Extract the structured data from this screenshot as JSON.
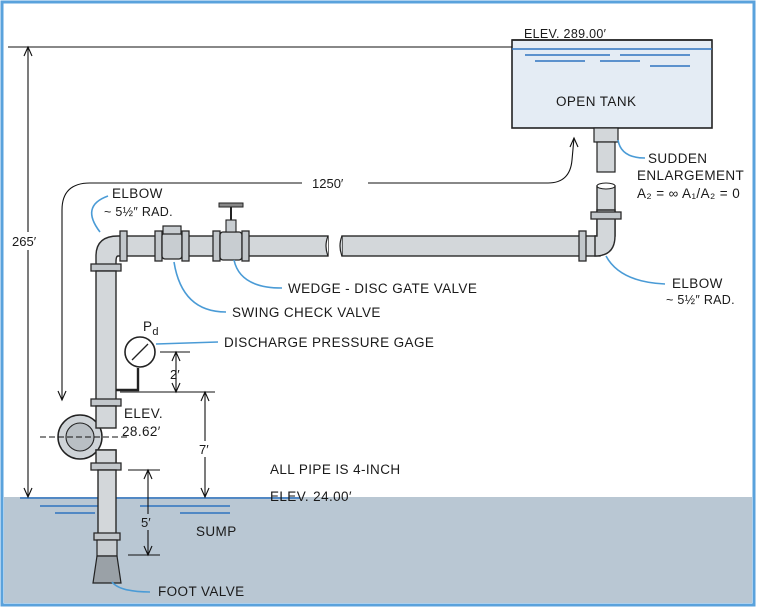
{
  "labels": {
    "tank_elevation": "ELEV. 289.00′",
    "open_tank": "OPEN TANK",
    "sudden_enlargement_1": "SUDDEN",
    "sudden_enlargement_2": "ENLARGEMENT",
    "area_ratio": "A₂ = ∞  A₁/A₂ = 0",
    "elbow_left_1": "ELBOW",
    "elbow_left_2": "~ 5½″ RAD.",
    "elbow_right_1": "ELBOW",
    "elbow_right_2": "~ 5½″ RAD.",
    "length_1250": "1250′",
    "height_265": "265′",
    "gate_valve": "WEDGE - DISC GATE VALVE",
    "check_valve": "SWING CHECK VALVE",
    "pressure_symbol": "P",
    "pressure_subscript": "d",
    "discharge_gage": "DISCHARGE PRESSURE GAGE",
    "dim_2": "2′",
    "dim_7": "7′",
    "dim_5": "5′",
    "pump_elev_1": "ELEV.",
    "pump_elev_2": "28.62′",
    "all_pipe": "ALL PIPE IS 4-INCH",
    "sump_elevation": "ELEV. 24.00′",
    "sump": "SUMP",
    "foot_valve": "FOOT VALVE"
  },
  "colors": {
    "frame": "#5aa2dc",
    "leader": "#4a9bd6",
    "sump_fill": "#b9c7d3",
    "tank_water": "#e4ecf4",
    "water_lines": "#2f74c0",
    "pipe": "#d3d7da"
  }
}
